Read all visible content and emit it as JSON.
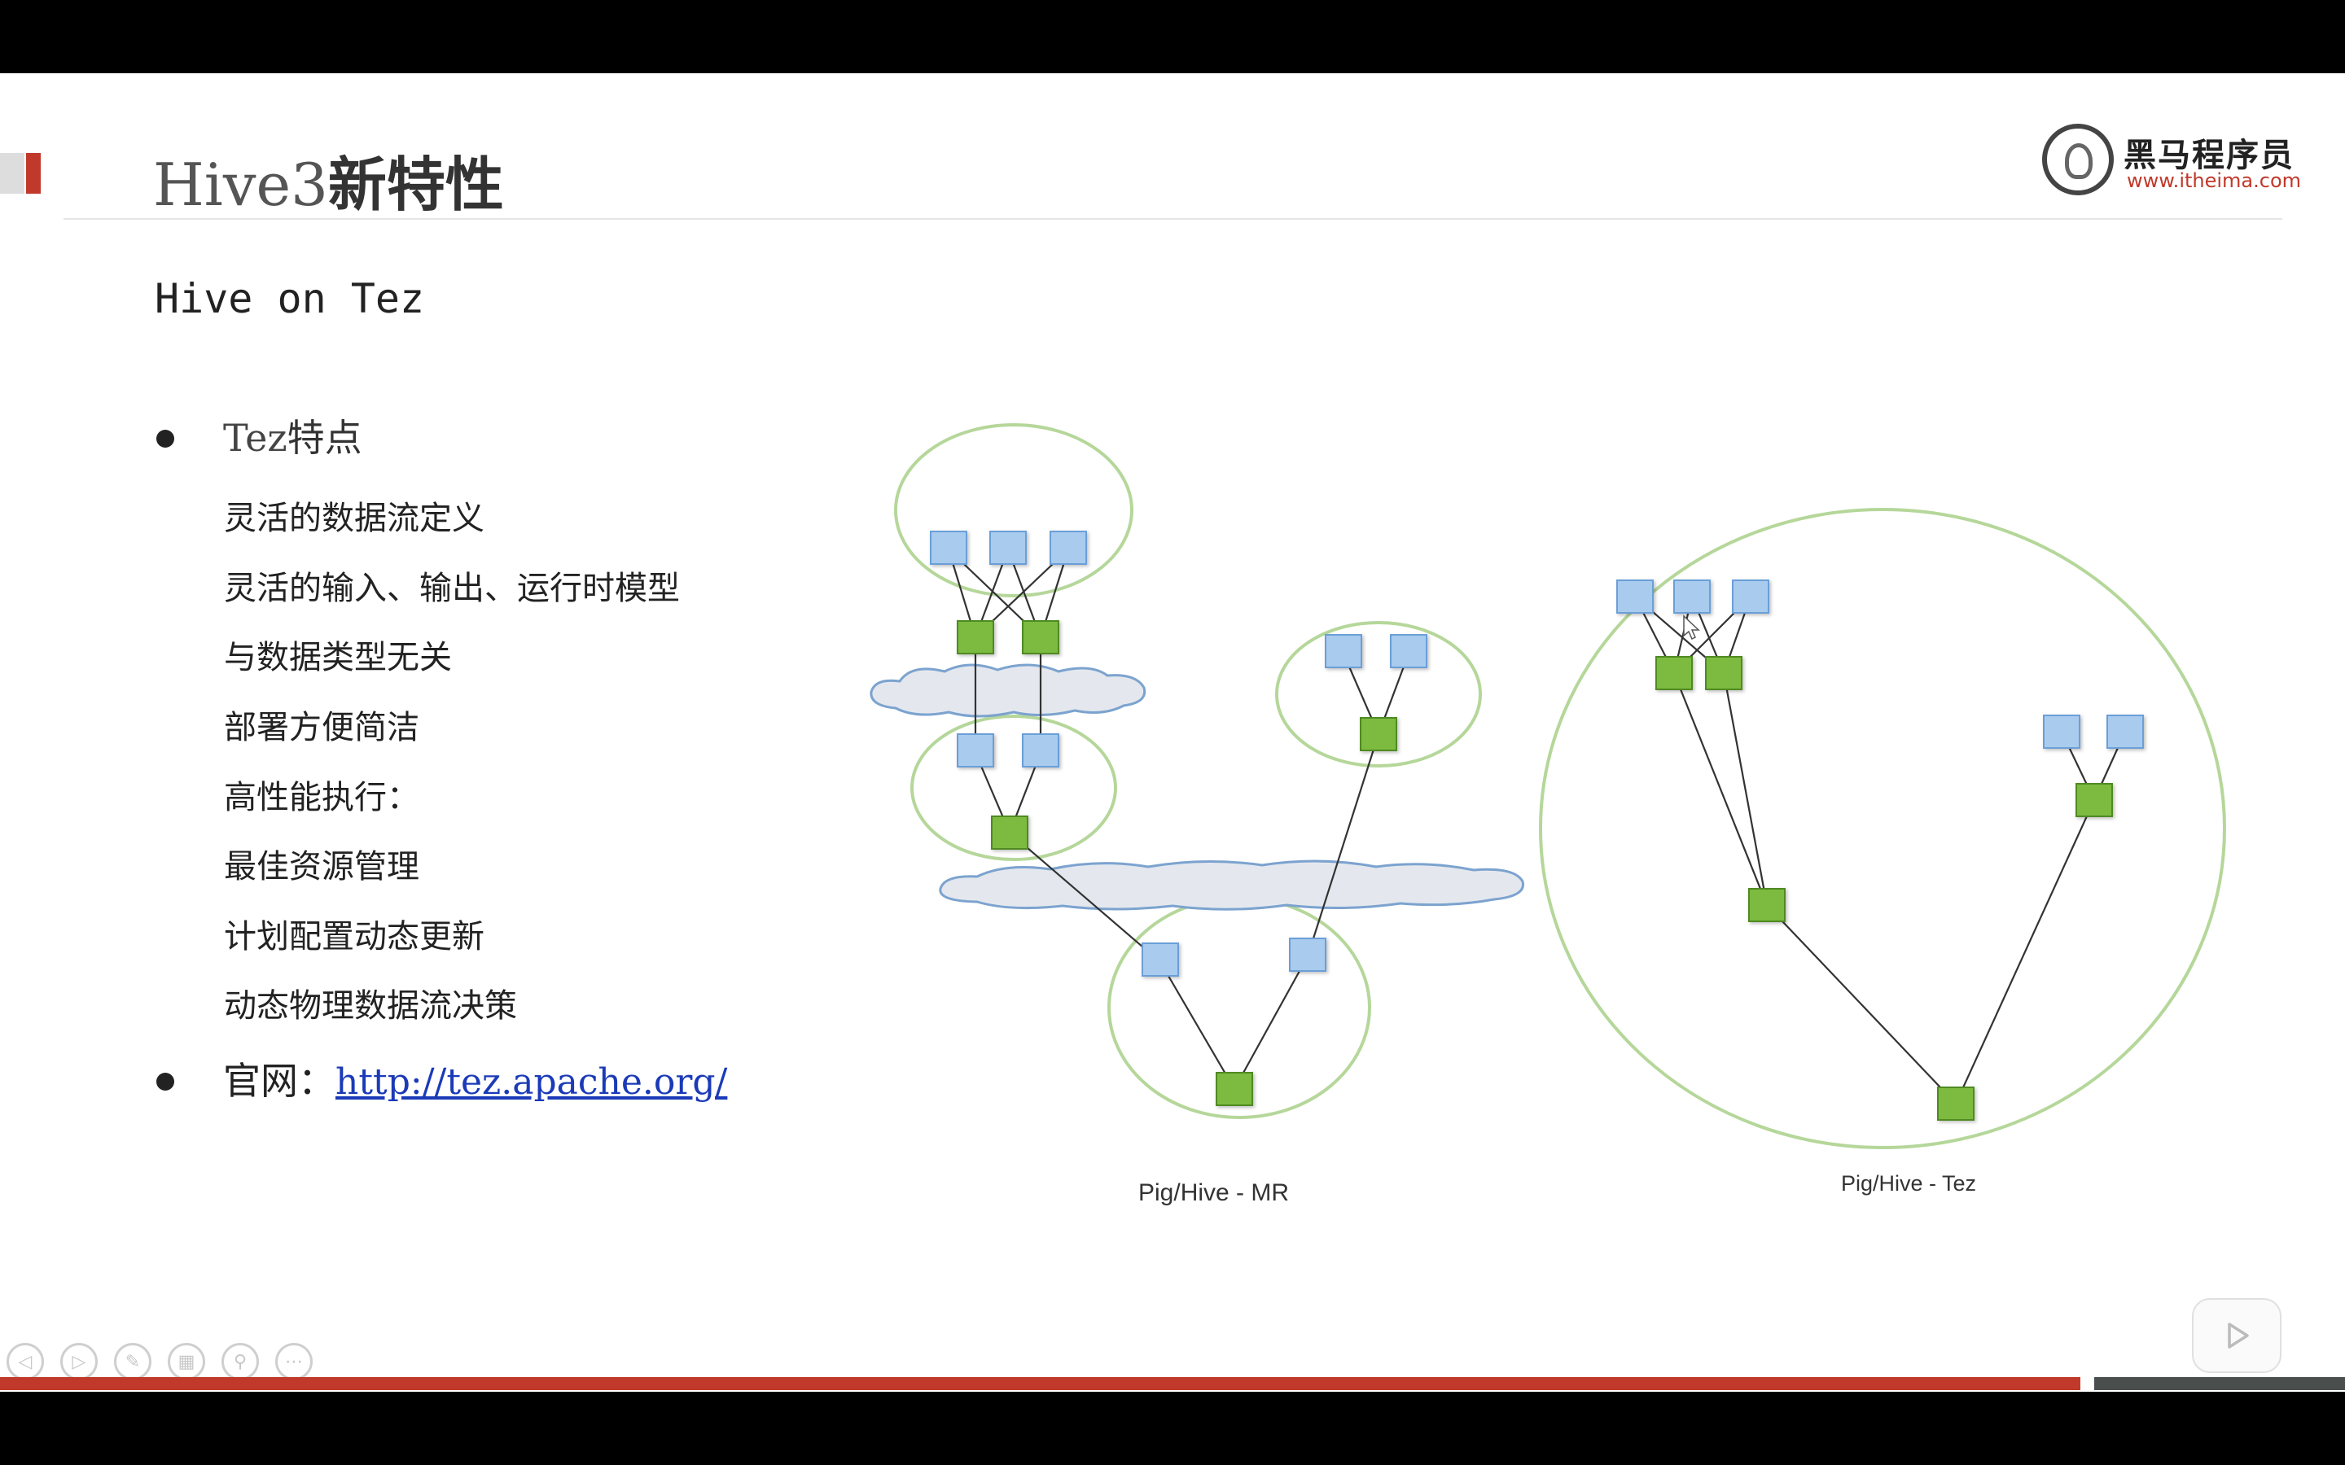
{
  "slide": {
    "title_latin": "Hive3",
    "title_cjk": "新特性",
    "subtitle": "Hive on Tez"
  },
  "logo": {
    "name": "黑马程序员",
    "url": "www.itheima.com"
  },
  "bullets": [
    {
      "label_latin": "Tez",
      "label_cjk": "特点",
      "items": [
        "灵活的数据流定义",
        "灵活的输入、输出、运行时模型",
        "与数据类型无关",
        "部署方便简洁",
        "高性能执行：",
        "最佳资源管理",
        "计划配置动态更新",
        "动态物理数据流决策"
      ]
    },
    {
      "label": "官网：",
      "link": "http://tez.apache.org/"
    }
  ],
  "diagram": {
    "left_caption": "Pig/Hive - MR",
    "right_caption": "Pig/Hive - Tez",
    "colors": {
      "blue_node": "#a9cbee",
      "blue_border": "#6a9fd8",
      "green_node": "#7dbb3f",
      "green_border": "#4f8a23",
      "ellipse": "#b5d79a",
      "cloud": "#dde3ea"
    }
  },
  "player": {
    "controls": [
      "prev-icon",
      "next-icon",
      "pen-icon",
      "grid-icon",
      "zoom-icon",
      "more-icon"
    ],
    "play_icon": "play-icon"
  }
}
